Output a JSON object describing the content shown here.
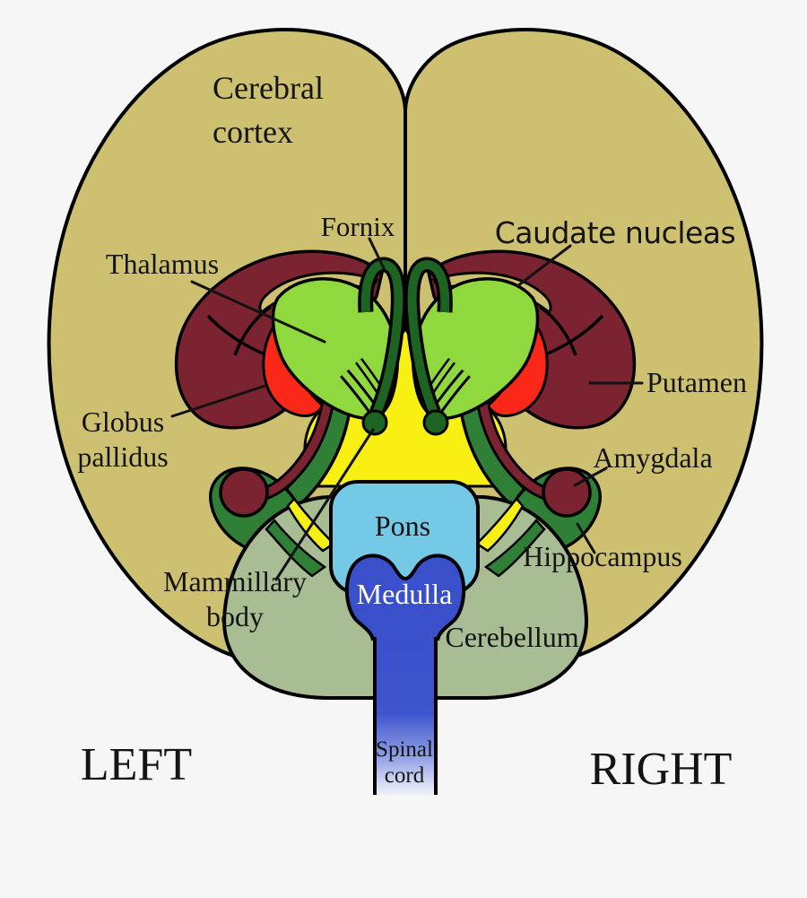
{
  "diagram": {
    "subject": "Human brain anatomy, frontal (coronal) view with labeled structures",
    "labels": {
      "cerebral_cortex": {
        "line1": "Cerebral",
        "line2": "cortex"
      },
      "fornix": "Fornix",
      "caudate": "Caudate nucleas",
      "thalamus": "Thalamus",
      "putamen": "Putamen",
      "globus_pallidus": {
        "line1": "Globus",
        "line2": "pallidus"
      },
      "amygdala": "Amygdala",
      "hippocampus": "Hippocampus",
      "mammillary_body": {
        "line1": "Mammillary",
        "line2": "body"
      },
      "pons": "Pons",
      "medulla": "Medulla",
      "cerebellum": "Cerebellum",
      "spinal_cord": {
        "line1": "Spinal",
        "line2": "cord"
      },
      "side_left": "LEFT",
      "side_right": "RIGHT"
    },
    "colors": {
      "background": "#f6f6f6",
      "outline": "#000000",
      "cerebral_cortex": "#cdc171",
      "caudate_putamen": "#7b2330",
      "globus_pallidus": "#fb2719",
      "thalamus": "#8fd83e",
      "fornix": "#1d6322",
      "hippocampus": "#2f8036",
      "hypothalamus_yellow": "#f8ef13",
      "pons": "#74cae6",
      "medulla": "#3a50cb",
      "cerebellum": "#a8bd93",
      "label_text": "#141414",
      "medulla_text": "#ffffff"
    }
  }
}
